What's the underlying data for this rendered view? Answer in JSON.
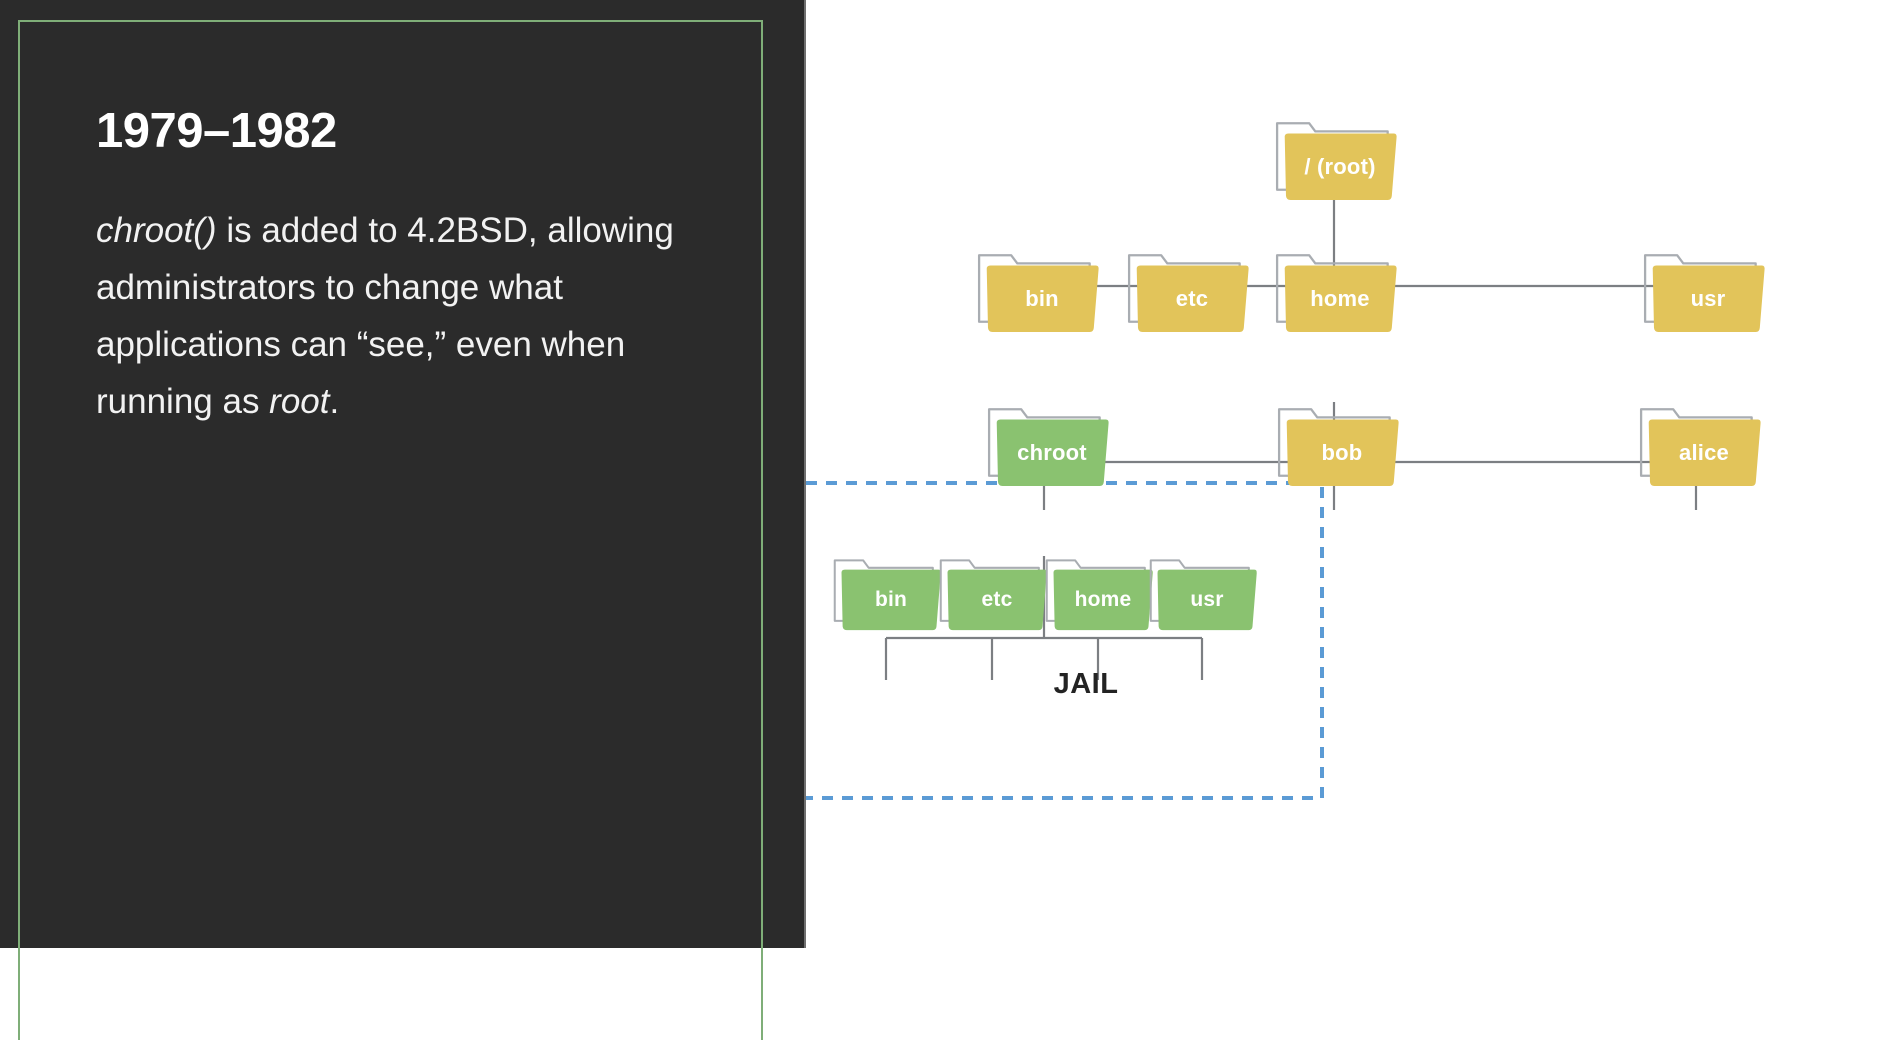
{
  "slide": {
    "title": "1979–1982",
    "body_segments": [
      {
        "text": "chroot()",
        "style": "italic"
      },
      {
        "text": " is added to 4.2BSD, allowing administrators to change what applications can “see,” even when running as ",
        "style": "normal"
      },
      {
        "text": "root",
        "style": "italic"
      },
      {
        "text": ".",
        "style": "normal"
      }
    ],
    "body_plain": "chroot() is added to 4.2BSD, allowing administrators to change what applications can “see,” even when running as root.",
    "panel_background": "#2b2b2b",
    "frame_color": "#7fae78",
    "text_color": "#f2f2f2"
  },
  "diagram": {
    "type": "tree",
    "title": "chroot filesystem jail",
    "colors": {
      "outside_folder": "#e2c45a",
      "jail_folder": "#8ac270",
      "folder_outline": "#a9adb2",
      "connector": "#7c7f83",
      "jail_border": "#5b9bd5",
      "jail_label": "#232323"
    },
    "jail": {
      "label": "JAIL",
      "border_style": "dashed",
      "border_color": "#5b9bd5"
    },
    "nodes": [
      {
        "id": "root",
        "label": "/ (root)",
        "color": "outside",
        "level": 0
      },
      {
        "id": "bin",
        "label": "bin",
        "color": "outside",
        "level": 1,
        "parent": "root"
      },
      {
        "id": "etc",
        "label": "etc",
        "color": "outside",
        "level": 1,
        "parent": "root"
      },
      {
        "id": "home",
        "label": "home",
        "color": "outside",
        "level": 1,
        "parent": "root"
      },
      {
        "id": "usr",
        "label": "usr",
        "color": "outside",
        "level": 1,
        "parent": "root"
      },
      {
        "id": "chroot",
        "label": "chroot",
        "color": "jail",
        "level": 2,
        "parent": "home"
      },
      {
        "id": "bob",
        "label": "bob",
        "color": "outside",
        "level": 2,
        "parent": "home"
      },
      {
        "id": "alice",
        "label": "alice",
        "color": "outside",
        "level": 2,
        "parent": "home"
      },
      {
        "id": "jail-bin",
        "label": "bin",
        "color": "jail",
        "level": 3,
        "parent": "chroot"
      },
      {
        "id": "jail-etc",
        "label": "etc",
        "color": "jail",
        "level": 3,
        "parent": "chroot"
      },
      {
        "id": "jail-home",
        "label": "home",
        "color": "jail",
        "level": 3,
        "parent": "chroot"
      },
      {
        "id": "jail-usr",
        "label": "usr",
        "color": "jail",
        "level": 3,
        "parent": "chroot"
      }
    ],
    "labels": {
      "root": "/ (root)",
      "bin": "bin",
      "etc": "etc",
      "home": "home",
      "usr": "usr",
      "chroot": "chroot",
      "bob": "bob",
      "alice": "alice",
      "jail_bin": "bin",
      "jail_etc": "etc",
      "jail_home": "home",
      "jail_usr": "usr",
      "jail": "JAIL"
    }
  }
}
